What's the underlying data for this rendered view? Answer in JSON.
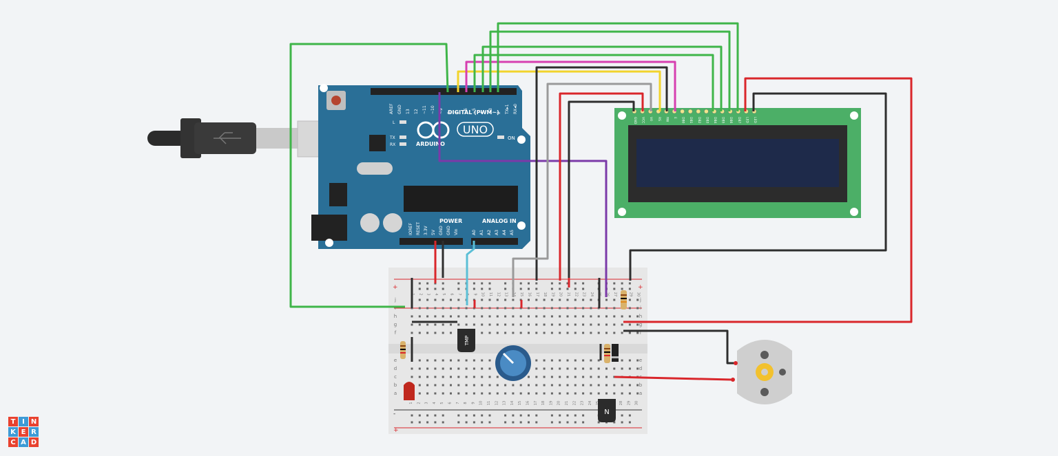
{
  "arduino": {
    "brand": "ARDUINO",
    "model": "UNO",
    "digital_label": "DIGITAL (PWM~)",
    "power_label": "POWER",
    "analog_label": "ANALOG IN",
    "on_label": "ON",
    "led_l": "L",
    "led_tx": "TX",
    "led_rx": "RX",
    "digital_pins": [
      "AREF",
      "GND",
      "13",
      "12",
      "~11",
      "~10",
      "~9",
      "8",
      "7",
      "~6",
      "~5",
      "4",
      "~3",
      "2",
      "TX▸1",
      "RX◂0"
    ],
    "power_pins": [
      "IOREF",
      "RESET",
      "3.3V",
      "5V",
      "GND",
      "GND",
      "Vin"
    ],
    "analog_pins": [
      "A0",
      "A1",
      "A2",
      "A3",
      "A4",
      "A5"
    ]
  },
  "lcd": {
    "pins": [
      "GND",
      "VCC",
      "V0",
      "RS",
      "RW",
      "E",
      "DB0",
      "DB1",
      "DB2",
      "DB3",
      "DB4",
      "DB5",
      "DB6",
      "DB7",
      "LED",
      "LED"
    ]
  },
  "breadboard": {
    "col_numbers": [
      "1",
      "2",
      "3",
      "4",
      "5",
      "6",
      "7",
      "8",
      "9",
      "10",
      "11",
      "12",
      "13",
      "14",
      "15",
      "16",
      "17",
      "18",
      "19",
      "20",
      "21",
      "22",
      "23",
      "24",
      "25",
      "26",
      "27",
      "28",
      "29",
      "30"
    ],
    "row_letters_top": [
      "j",
      "i",
      "h",
      "g",
      "f"
    ],
    "row_letters_bottom": [
      "e",
      "d",
      "c",
      "b",
      "a"
    ],
    "rail_plus": "+",
    "rail_minus": "-"
  },
  "components": {
    "temp_sensor_label": "TMP",
    "transistor_label": "N"
  },
  "logo": {
    "letters": [
      "T",
      "I",
      "N",
      "K",
      "E",
      "R",
      "C",
      "A",
      "D"
    ]
  },
  "colors": {
    "background": "#f2f4f6",
    "arduino_board": "#2a6f97",
    "lcd_pcb": "#4caf67",
    "lcd_screen": "#1e2a4a",
    "wire_green": "#3fb549",
    "wire_red": "#d9262b",
    "wire_black": "#2e2e2e",
    "wire_yellow": "#f2d42c",
    "wire_magenta": "#d63fb0",
    "wire_purple": "#7b3aa8",
    "wire_gray": "#9a9a9a",
    "wire_cyan": "#5bbfd6"
  }
}
